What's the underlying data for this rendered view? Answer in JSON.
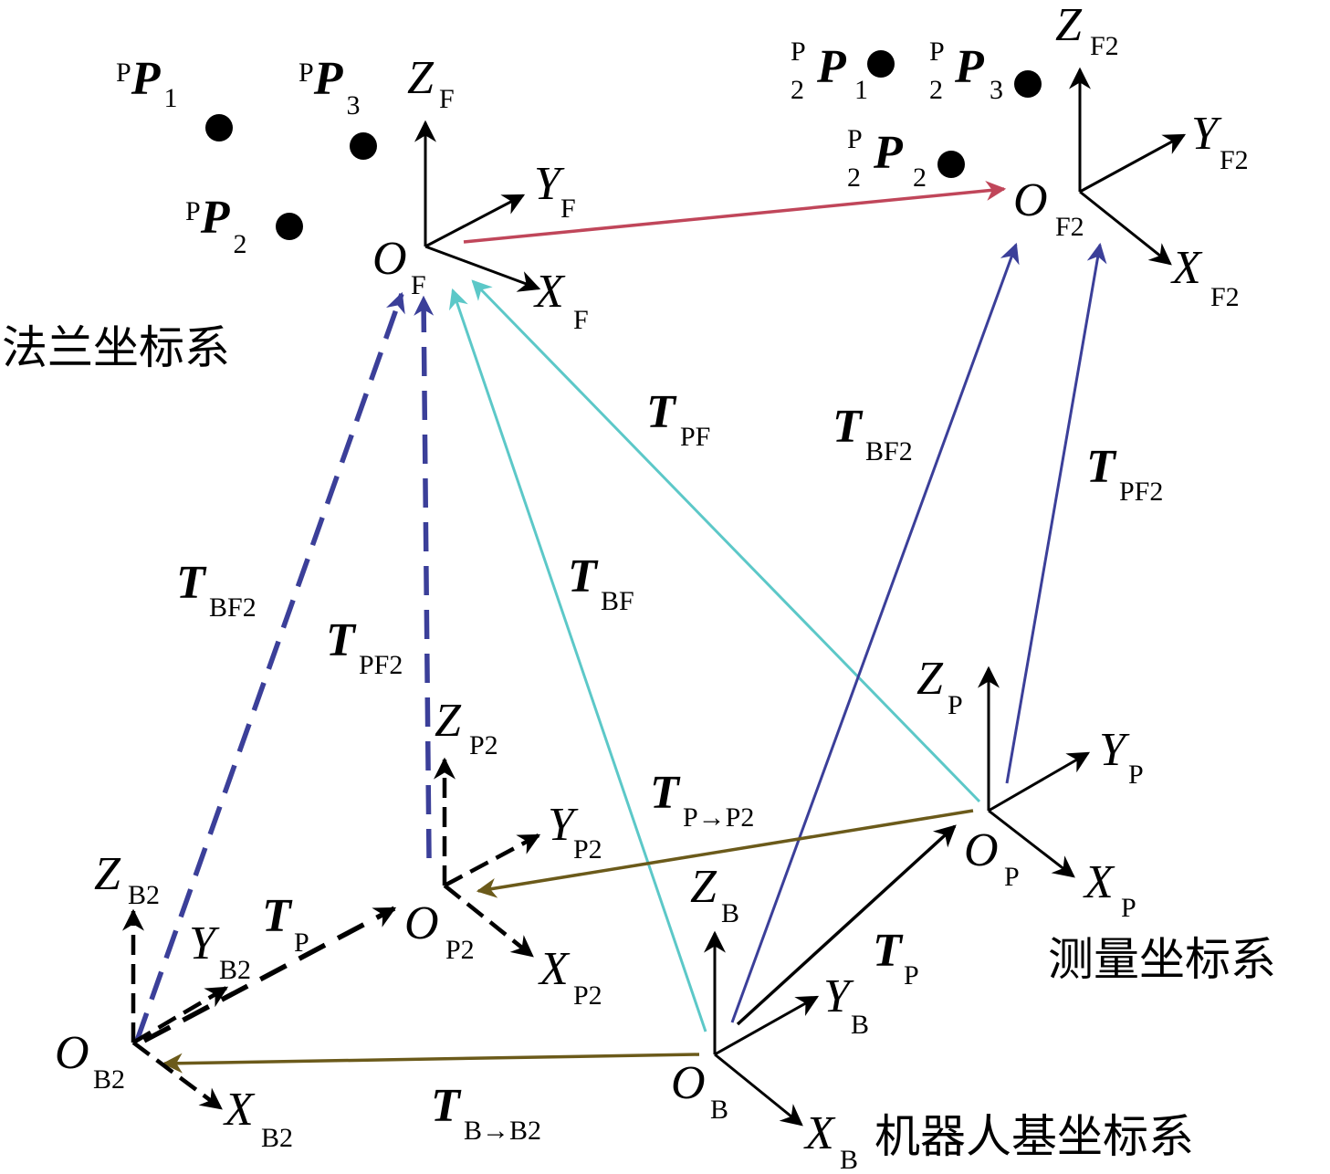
{
  "colors": {
    "axis": "#000000",
    "teal": "#5cc8c8",
    "blue": "#3b3f99",
    "olive": "#6b5a1a",
    "red": "#c0465a"
  },
  "frames": {
    "flange": {
      "O": "O",
      "sub": "F",
      "X": "X",
      "Y": "Y",
      "Z": "Z"
    },
    "flange2": {
      "O": "O",
      "sub": "F2",
      "X": "X",
      "Y": "Y",
      "Z": "Z"
    },
    "measure": {
      "O": "O",
      "sub": "P",
      "X": "X",
      "Y": "Y",
      "Z": "Z"
    },
    "measure2": {
      "O": "O",
      "sub": "P2",
      "X": "X",
      "Y": "Y",
      "Z": "Z"
    },
    "base": {
      "O": "O",
      "sub": "B",
      "X": "X",
      "Y": "Y",
      "Z": "Z"
    },
    "base2": {
      "O": "O",
      "sub": "B2",
      "X": "X",
      "Y": "Y",
      "Z": "Z"
    }
  },
  "points": {
    "p1": {
      "pre": "P",
      "main": "P",
      "sub": "1"
    },
    "p2": {
      "pre": "P",
      "main": "P",
      "sub": "2"
    },
    "p3": {
      "pre": "P",
      "main": "P",
      "sub": "3"
    },
    "q1": {
      "pre_sup": "P",
      "pre_sub": "2",
      "main": "P",
      "sub": "1"
    },
    "q2": {
      "pre_sup": "P",
      "pre_sub": "2",
      "main": "P",
      "sub": "2"
    },
    "q3": {
      "pre_sup": "P",
      "pre_sub": "2",
      "main": "P",
      "sub": "3"
    }
  },
  "transforms": {
    "T": "T",
    "pf": "PF",
    "bf": "BF",
    "bf2": "BF2",
    "pf2": "PF2",
    "p": "P",
    "p_to_p2": "P→P2",
    "b_to_b2": "B→B2"
  },
  "labels": {
    "flange_cn": "法兰坐标系",
    "measure_cn": "测量坐标系",
    "base_cn": "机器人基坐标系"
  }
}
